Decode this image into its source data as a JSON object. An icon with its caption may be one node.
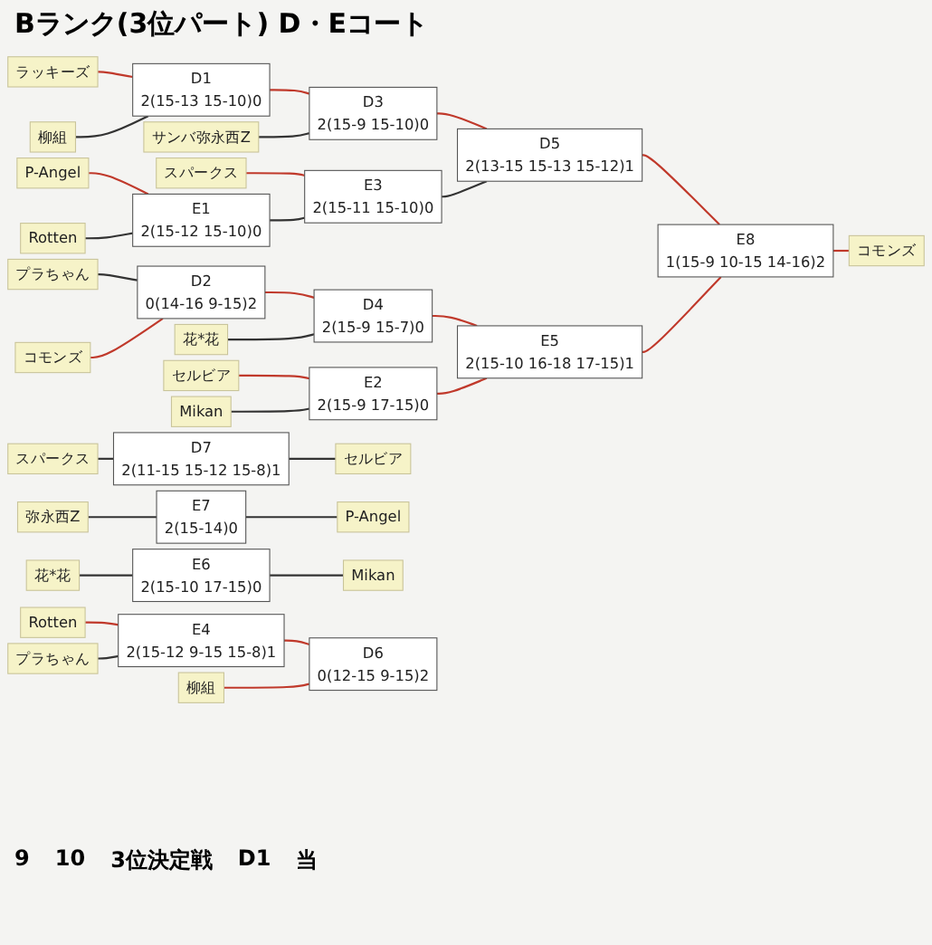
{
  "diagram": {
    "title": "Bランク(3位パート) D・Eコート",
    "nodes": [
      {
        "text": [
          "コモンズ"
        ]
      },
      {
        "text": [
          "E8",
          "1(15-9 10-15 14-16)2"
        ]
      },
      {
        "text": [
          "D5",
          "2(13-15 15-13 15-12)1"
        ]
      },
      {
        "text": [
          "E5",
          "2(15-10 16-18 17-15)1"
        ]
      },
      {
        "text": [
          "D3",
          "2(15-9 15-10)0"
        ]
      },
      {
        "text": [
          "E3",
          "2(15-11 15-10)0"
        ]
      },
      {
        "text": [
          "D4",
          "2(15-9 15-7)0"
        ]
      },
      {
        "text": [
          "E2",
          "2(15-9 17-15)0"
        ]
      },
      {
        "text": [
          "D1",
          "2(15-13 15-10)0"
        ]
      },
      {
        "text": [
          "E1",
          "2(15-12 15-10)0"
        ]
      },
      {
        "text": [
          "D2",
          "0(14-16 9-15)2"
        ]
      },
      {
        "text": [
          "ラッキーズ"
        ]
      },
      {
        "text": [
          "柳組"
        ]
      },
      {
        "text": [
          "サンバ弥永西Z"
        ]
      },
      {
        "text": [
          "スパークス"
        ]
      },
      {
        "text": [
          "P-Angel"
        ]
      },
      {
        "text": [
          "Rotten"
        ]
      },
      {
        "text": [
          "プラちゃん"
        ]
      },
      {
        "text": [
          "コモンズ"
        ]
      },
      {
        "text": [
          "花*花"
        ]
      },
      {
        "text": [
          "セルビア"
        ]
      },
      {
        "text": [
          "Mikan"
        ]
      },
      {
        "text": [
          "スパークス"
        ]
      },
      {
        "text": [
          "D7",
          "2(11-15 15-12 15-8)1"
        ]
      },
      {
        "text": [
          "セルビア"
        ]
      },
      {
        "text": [
          "弥永西Z"
        ]
      },
      {
        "text": [
          "E7",
          "2(15-14)0"
        ]
      },
      {
        "text": [
          "P-Angel"
        ]
      },
      {
        "text": [
          "花*花"
        ]
      },
      {
        "text": [
          "E6",
          "2(15-10 17-15)0"
        ]
      },
      {
        "text": [
          "Mikan"
        ]
      },
      {
        "text": [
          "D6",
          "0(12-15 9-15)2"
        ]
      },
      {
        "text": [
          "E4",
          "2(15-12 9-15 15-8)1"
        ]
      },
      {
        "text": [
          "Rotten"
        ]
      },
      {
        "text": [
          "プラちゃん"
        ]
      },
      {
        "text": [
          "柳組"
        ]
      }
    ],
    "edges": [
      {
        "from": 11,
        "to": 8,
        "arrow": "none",
        "color": "#c0392b"
      },
      {
        "from": 12,
        "to": 8,
        "arrow": "none",
        "color": "#333333"
      },
      {
        "from": 8,
        "to": 4,
        "arrow": "none",
        "color": "#c0392b"
      },
      {
        "from": 13,
        "to": 4,
        "arrow": "none",
        "color": "#333333"
      },
      {
        "from": 15,
        "to": 9,
        "arrow": "none",
        "color": "#c0392b"
      },
      {
        "from": 16,
        "to": 9,
        "arrow": "none",
        "color": "#333333"
      },
      {
        "from": 14,
        "to": 5,
        "arrow": "none",
        "color": "#c0392b"
      },
      {
        "from": 9,
        "to": 5,
        "arrow": "none",
        "color": "#333333"
      },
      {
        "from": 4,
        "to": 2,
        "arrow": "none",
        "color": "#c0392b"
      },
      {
        "from": 5,
        "to": 2,
        "arrow": "none",
        "color": "#333333"
      },
      {
        "from": 17,
        "to": 10,
        "arrow": "none",
        "color": "#333333"
      },
      {
        "from": 18,
        "to": 10,
        "arrow": "none",
        "color": "#c0392b"
      },
      {
        "from": 10,
        "to": 6,
        "arrow": "none",
        "color": "#c0392b"
      },
      {
        "from": 19,
        "to": 6,
        "arrow": "none",
        "color": "#333333"
      },
      {
        "from": 20,
        "to": 7,
        "arrow": "none",
        "color": "#c0392b"
      },
      {
        "from": 21,
        "to": 7,
        "arrow": "none",
        "color": "#333333"
      },
      {
        "from": 6,
        "to": 3,
        "arrow": "none",
        "color": "#c0392b"
      },
      {
        "from": 7,
        "to": 3,
        "arrow": "none",
        "color": "#c0392b"
      },
      {
        "from": 2,
        "to": 1,
        "arrow": "none",
        "color": "#c0392b"
      },
      {
        "from": 3,
        "to": 1,
        "arrow": "none",
        "color": "#c0392b"
      },
      {
        "from": 1,
        "to": 0,
        "arrow": "none",
        "color": "#c0392b"
      },
      {
        "from": 22,
        "to": 23,
        "arrow": "none",
        "color": "#333333"
      },
      {
        "from": 23,
        "to": 24,
        "arrow": "none",
        "color": "#333333"
      },
      {
        "from": 25,
        "to": 26,
        "arrow": "none",
        "color": "#333333"
      },
      {
        "from": 26,
        "to": 27,
        "arrow": "none",
        "color": "#333333"
      },
      {
        "from": 28,
        "to": 29,
        "arrow": "none",
        "color": "#333333"
      },
      {
        "from": 29,
        "to": 30,
        "arrow": "none",
        "color": "#333333"
      },
      {
        "from": 33,
        "to": 32,
        "arrow": "none",
        "color": "#c0392b"
      },
      {
        "from": 34,
        "to": 32,
        "arrow": "none",
        "color": "#333333"
      },
      {
        "from": 32,
        "to": 31,
        "arrow": "none",
        "color": "#c0392b"
      },
      {
        "from": 35,
        "to": 31,
        "arrow": "none",
        "color": "#c0392b"
      }
    ],
    "labels": [
      "9",
      "10",
      "3位決定戦",
      "D1",
      "当"
    ]
  }
}
